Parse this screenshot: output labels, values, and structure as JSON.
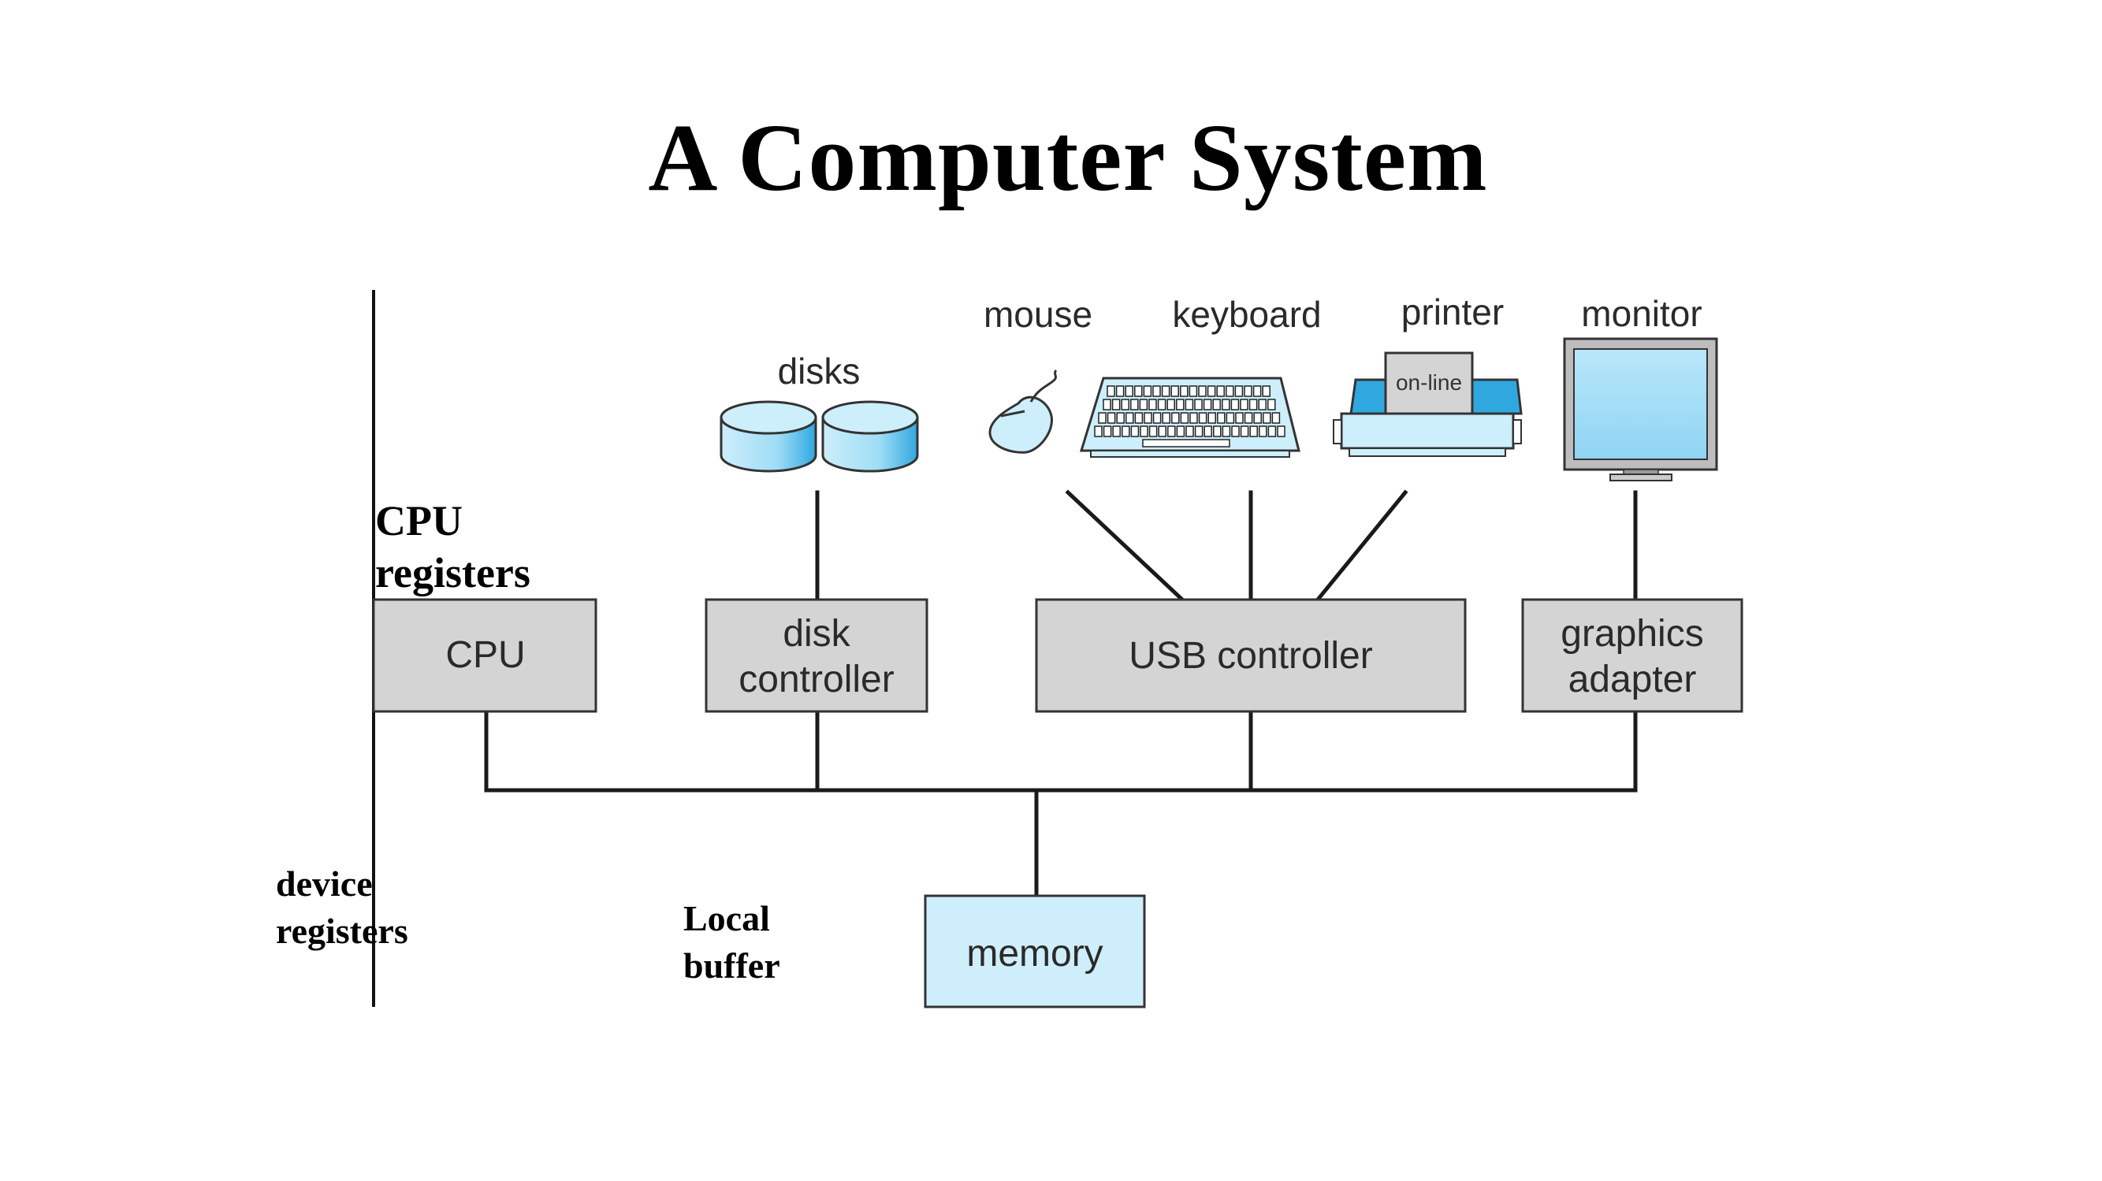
{
  "title": "A Computer System",
  "devices": {
    "disks": "disks",
    "mouse": "mouse",
    "keyboard": "keyboard",
    "printer": "printer",
    "printer_status": "on-line",
    "monitor": "monitor"
  },
  "controllers": {
    "cpu": "CPU",
    "disk_line1": "disk",
    "disk_line2": "controller",
    "usb": "USB controller",
    "graphics_line1": "graphics",
    "graphics_line2": "adapter"
  },
  "memory": "memory",
  "annotations": {
    "cpu_registers_line1": "CPU",
    "cpu_registers_line2": "registers",
    "device_registers_line1": "device",
    "device_registers_line2": "registers",
    "local_buffer_line1": "Local",
    "local_buffer_line2": "buffer"
  },
  "colors": {
    "controller_fill": "#d4d4d4",
    "memory_fill": "#cfeefb",
    "device_blue": "#9fdcf5"
  }
}
